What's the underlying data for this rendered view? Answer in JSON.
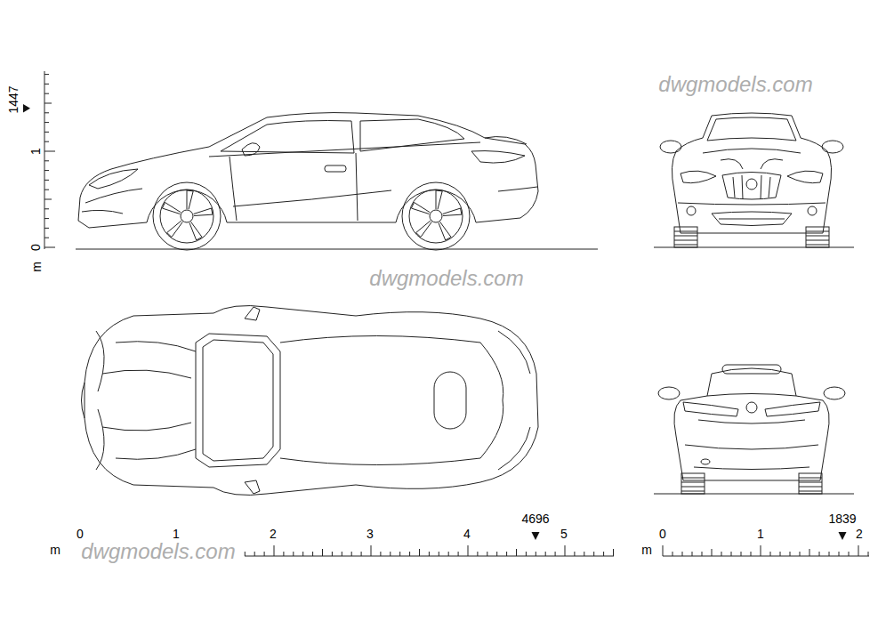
{
  "diagram": {
    "labels": [
      "1447",
      "1",
      "0",
      "m",
      "dwgmodels.com",
      "dwgmodels.com",
      "dwgmodels.com",
      "4696",
      "m",
      "0",
      "1",
      "2",
      "3",
      "4",
      "5",
      "1839",
      "m",
      "0",
      "1",
      "2"
    ]
  }
}
